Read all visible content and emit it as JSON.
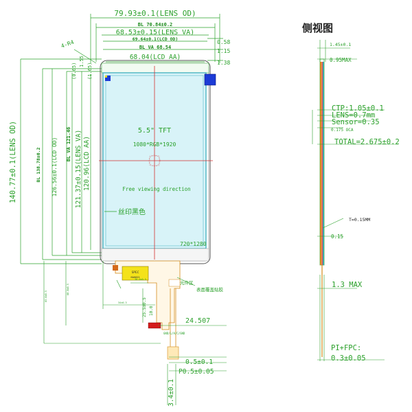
{
  "front": {
    "lens_od_w": "79.93±0.1(LENS OD)",
    "bl_w": "BL 70.84±0.2",
    "lens_va_w": "68.53±0.15(LENS VA)",
    "lcd_od_w": "69.64±0.1(LCD OD)",
    "bl_va_w": "BL VA 68.54",
    "lcd_aa_w": "68.04(LCD AA)",
    "r_058": "0.58",
    "r_115": "1.15",
    "r_138": "1.38",
    "corner_r": "4-R4",
    "l_155": "1.55",
    "l_065": "(0.65)",
    "l_165": "(1.65)",
    "lens_od_h": "140.77±0.1(LENS OD)",
    "bl_h": "BL 138.78±0.2",
    "lcd_od_h": "126.56±0.1(LCD OD)",
    "bl_va_h": "BL VA 121.46",
    "lens_va_h": "121.37±0.15(LENS VA)",
    "lcd_aa_h": "120.96(LCD AA)",
    "tft_size": "5.5\" TFT",
    "resolution": "1080*RGB*1920",
    "view_dir": "Free viewing direction",
    "silk_black": "丝印黑色",
    "res_small": "720*1280",
    "fpc_label1": "元件区",
    "fpc_label2": "表面覆盖贴胶",
    "fpc_len": "24.507",
    "fpc_w1": "0.5±0.1",
    "fpc_w2": "P0.5±0.05",
    "fpc_h": "3.4±0.1",
    "fpc_pin": "10.0",
    "small_1": "65.6±0.5",
    "small_2": "60.8±0.5",
    "small_3": "34±0.3",
    "small_4": "30.0±0.5",
    "small_5": "25.5±0.5",
    "chip_label": "SPEC",
    "chip_label2": "KWH055",
    "conn_label": "GND/L/A/C/GND"
  },
  "side": {
    "title": "侧视图",
    "d1": "1.45±0.1",
    "d2": "0.95MAX",
    "ctp": "CTP:1.05±0.1",
    "lens": "LENS=0.7mm",
    "sensor": "Sensor=0.35",
    "oca": "0.175 OCA",
    "total": "TOTAL=2.675±0.2",
    "t": "T=0.15MM",
    "t2": "0.15",
    "max13": "1.3 MAX",
    "pi_fpc": "PI+FPC:",
    "pi_val": "0.3±0.05"
  }
}
